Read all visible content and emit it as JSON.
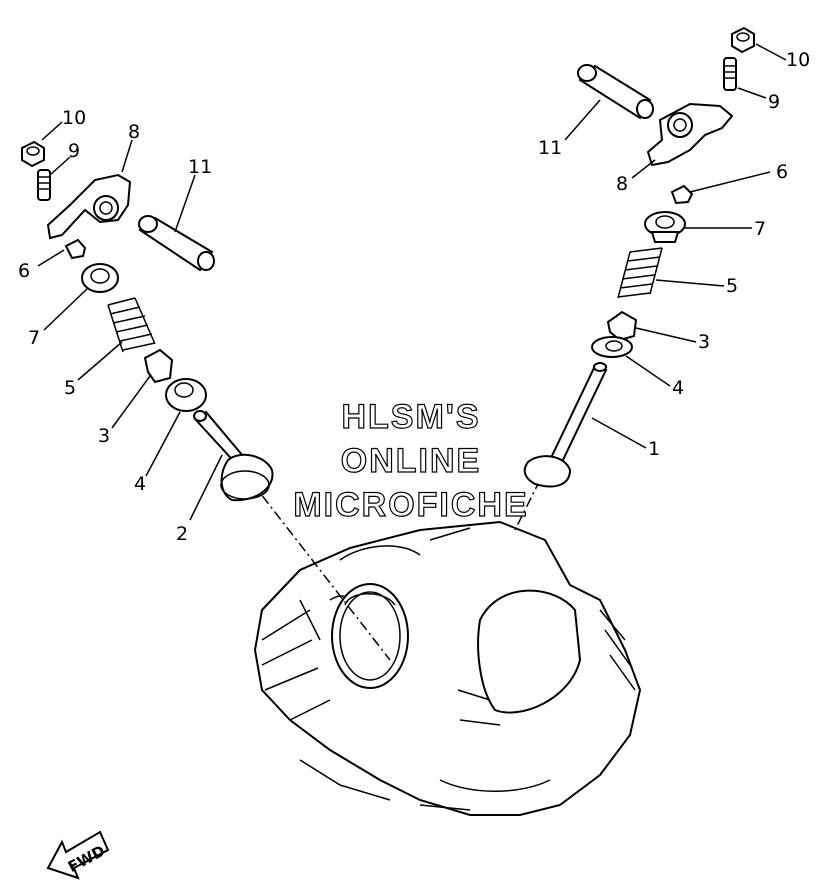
{
  "callouts": {
    "left": {
      "n10": "10",
      "n9": "9",
      "n8": "8",
      "n11": "11",
      "n6": "6",
      "n7": "7",
      "n5": "5",
      "n3": "3",
      "n4": "4",
      "n2": "2"
    },
    "right": {
      "n10": "10",
      "n9": "9",
      "n11": "11",
      "n8": "8",
      "n6": "6",
      "n7": "7",
      "n5": "5",
      "n3": "3",
      "n4": "4",
      "n1": "1"
    }
  },
  "watermark": {
    "line1": "HLSM'S",
    "line2": "ONLINE",
    "line3": "MICROFICHE"
  },
  "fwd_label": "FWD"
}
